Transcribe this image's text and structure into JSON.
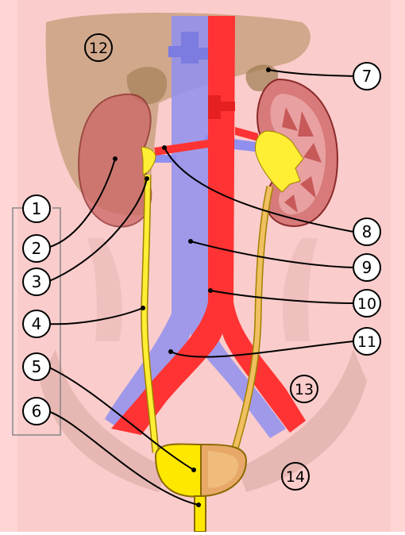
{
  "diagram": {
    "callouts": [
      {
        "id": "1",
        "label": "1"
      },
      {
        "id": "2",
        "label": "2"
      },
      {
        "id": "3",
        "label": "3"
      },
      {
        "id": "4",
        "label": "4"
      },
      {
        "id": "5",
        "label": "5"
      },
      {
        "id": "6",
        "label": "6"
      },
      {
        "id": "7",
        "label": "7"
      },
      {
        "id": "8",
        "label": "8"
      },
      {
        "id": "9",
        "label": "9"
      },
      {
        "id": "10",
        "label": "10"
      },
      {
        "id": "11",
        "label": "11"
      },
      {
        "id": "12",
        "label": "12"
      },
      {
        "id": "13",
        "label": "13"
      },
      {
        "id": "14",
        "label": "14"
      }
    ],
    "colors": {
      "background": "#ffd6d6",
      "vein": "#8f8ff0",
      "artery": "#ff3333",
      "ureter": "#ffee33",
      "kidney": "#cc6666",
      "liver": "#b08a5a",
      "bladder": "#ffe800"
    }
  }
}
